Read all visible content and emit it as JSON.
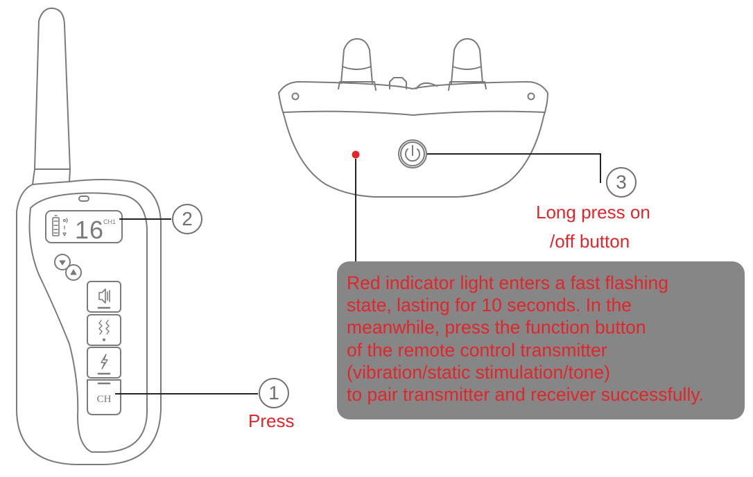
{
  "colors": {
    "outline": "#7a7a7a",
    "accent_red": "#e1262b",
    "callout_box": "#868686",
    "leader_line": "#222222"
  },
  "transmitter": {
    "lcd_number": "16",
    "lcd_channel": "CH1",
    "ch_button_label": "CH",
    "buttons": [
      "tone-icon",
      "vibration-icon",
      "static-shock-icon",
      "ch-button"
    ],
    "arrow_buttons": [
      "arrow-down-icon",
      "arrow-up-icon"
    ]
  },
  "receiver": {
    "power_button_icon": "power-icon",
    "indicator_light_color": "#e1262b"
  },
  "callouts": {
    "step1": {
      "number": "1",
      "label": "Press"
    },
    "step2": {
      "number": "2"
    },
    "step3": {
      "number": "3",
      "label_line1": "Long press on",
      "label_line2": "/off button"
    }
  },
  "info_box": {
    "lines": [
      "Red indicator light enters a fast flashing",
      "state, lasting for 10 seconds. In the",
      "meanwhile, press the function button",
      "of the remote control transmitter",
      "(vibration/static stimulation/tone)",
      "to pair transmitter and receiver successfully."
    ]
  }
}
